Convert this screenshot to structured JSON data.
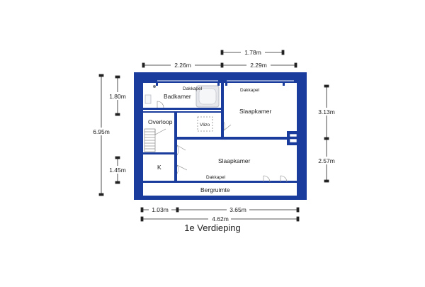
{
  "floor_title": "1e Verdieping",
  "colors": {
    "wall": "#1a3c9c",
    "dimension": "#222222",
    "fixture": "#b8bcc6",
    "tile": "#e6e7ea"
  },
  "rooms": {
    "badkamer": "Badkamer",
    "dakkapel_bath": "Dakkapel",
    "dakkapel_bed1": "Dakkapel",
    "dakkapel_bottom": "Dakkapel",
    "slaapkamer_1": "Slaapkamer",
    "overloop": "Overloop",
    "vlizo": "Vlizo",
    "slaapkamer_2": "Slaapkamer",
    "k": "K",
    "bergruimte": "Bergruimte"
  },
  "dimensions": {
    "top_left_width": "2.26m",
    "top_right_width": "2.29m",
    "top_extra_width": "1.78m",
    "left_total_height": "6.95m",
    "left_bath_height": "1.80m",
    "left_k_height": "1.45m",
    "right_upper_height": "3.13m",
    "right_lower_height": "2.57m",
    "bottom_left_width": "1.03m",
    "bottom_right_width": "3.65m",
    "bottom_total_width": "4.62m"
  }
}
